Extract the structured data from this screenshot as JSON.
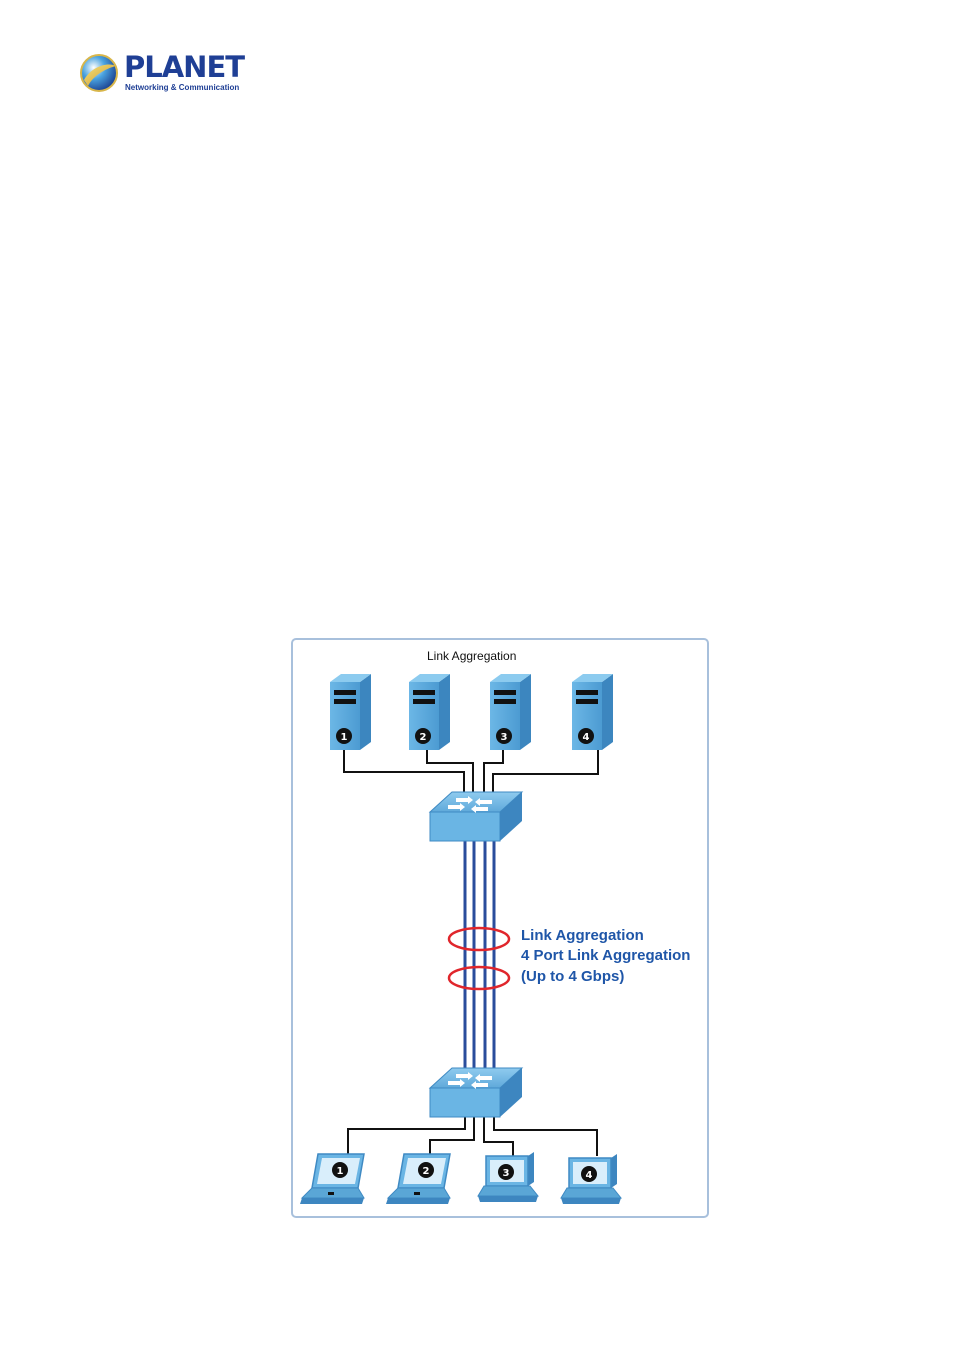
{
  "logo": {
    "name": "PLANET",
    "tagline": "Networking & Communication"
  },
  "diagram": {
    "title": "Link Aggregation",
    "servers": [
      "1",
      "2",
      "3",
      "4"
    ],
    "clients": [
      "1",
      "2",
      "3",
      "4"
    ],
    "annotation": {
      "line1": "Link Aggregation",
      "line2": "4 Port Link Aggregation",
      "line3": "(Up to 4 Gbps)"
    },
    "colors": {
      "device_blue": "#5aa6d6",
      "trunk_blue": "#2a4d9c",
      "ring_red": "#e0262c",
      "label_blue": "#1f56a8",
      "frame": "#a8c0dc"
    }
  }
}
